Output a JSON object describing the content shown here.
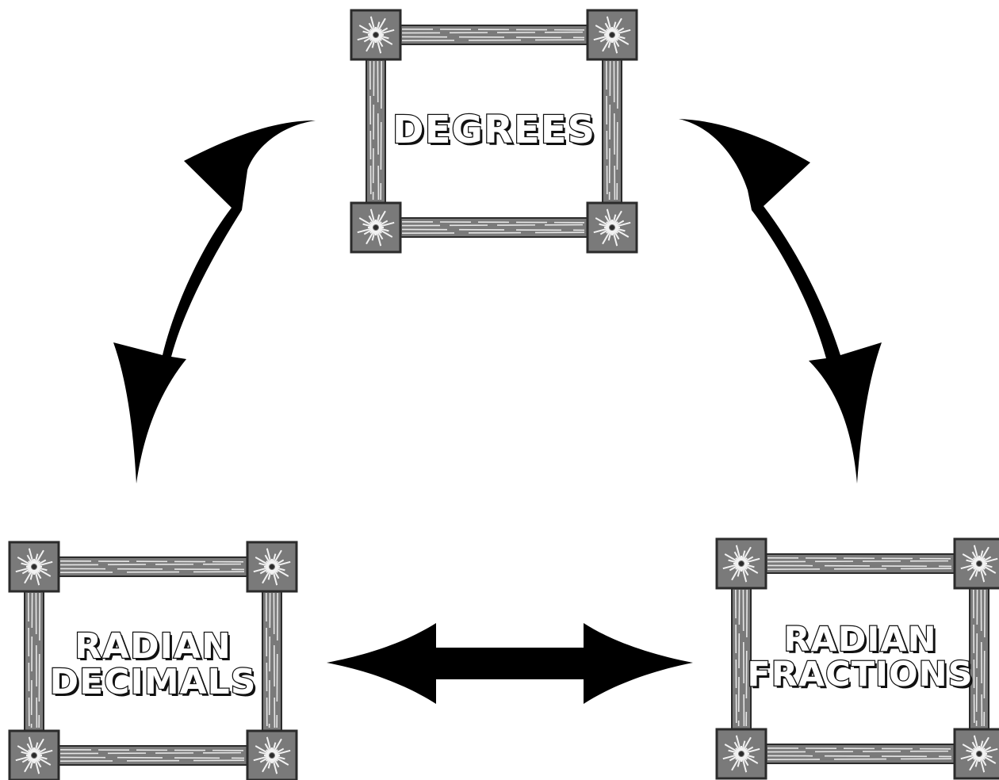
{
  "diagram": {
    "nodes": {
      "degrees": {
        "lines": [
          "DEGREES"
        ]
      },
      "radian_decimals": {
        "lines": [
          "RADIAN",
          "DECIMALS"
        ]
      },
      "radian_fractions": {
        "lines": [
          "RADIAN",
          "FRACTIONS"
        ]
      }
    },
    "edges": [
      {
        "from": "degrees",
        "to": "radian_decimals",
        "style": "double-headed-arrow"
      },
      {
        "from": "degrees",
        "to": "radian_fractions",
        "style": "double-headed-arrow"
      },
      {
        "from": "radian_decimals",
        "to": "radian_fractions",
        "style": "double-headed-arrow"
      }
    ],
    "colors": {
      "frame_wood": "#7a7a7a",
      "frame_dark": "#2b2b2b",
      "arrow": "#000000",
      "text_fill": "#ffffff",
      "text_outline": "#111111"
    }
  }
}
